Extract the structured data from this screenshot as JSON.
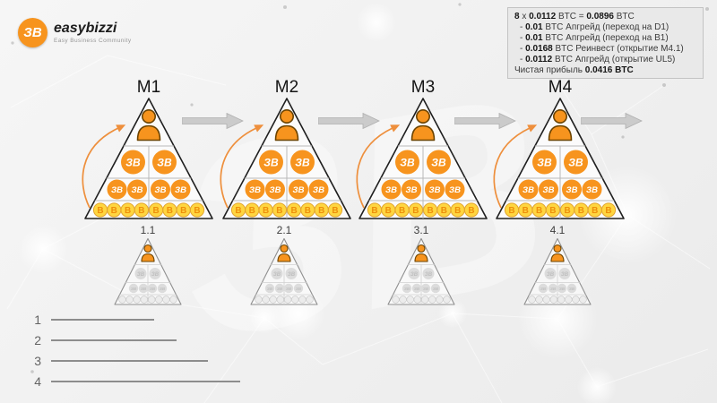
{
  "brand": {
    "monogram": "ЗB",
    "name": "easybizzi",
    "tagline": "Easy Business Community"
  },
  "summary_box": {
    "header": {
      "factor": "8",
      "times": " x ",
      "unit_price": "0.0112",
      "equals": " BTC = ",
      "total": "0.0896",
      "unit": " BTC"
    },
    "deductions": [
      {
        "dash": "-",
        "amount": "0.01",
        "text": " BTC Апгрейд (переход на D1)"
      },
      {
        "dash": "-",
        "amount": "0.01",
        "text": " BTC Апгрейд (переход на B1)"
      },
      {
        "dash": "-",
        "amount": "0.0168",
        "text": " BTC Реинвест (открытие M4.1)"
      },
      {
        "dash": "-",
        "amount": "0.0112",
        "text": " BTC Апгрейд (открытие UL5)"
      }
    ],
    "net": {
      "label": "Чистая прибыль ",
      "value": "0.0416 BTC"
    }
  },
  "levels": {
    "large": [
      {
        "label": "M1"
      },
      {
        "label": "M2"
      },
      {
        "label": "M3"
      },
      {
        "label": "M4"
      }
    ],
    "small": [
      {
        "label": "1.1"
      },
      {
        "label": "2.1"
      },
      {
        "label": "3.1"
      },
      {
        "label": "4.1"
      }
    ]
  },
  "legend": [
    {
      "number": "1"
    },
    {
      "number": "2"
    },
    {
      "number": "3"
    },
    {
      "number": "4"
    }
  ],
  "icons": {
    "eb_coin_glyph": "ЗB",
    "btc_coin_glyph": "B",
    "person": "person-icon",
    "flow_arrow": "arrow-right-icon",
    "growth_arrow": "curved-arrow-icon"
  },
  "colors": {
    "accent_orange": "#F7941E",
    "coin_gold": "#FFD640",
    "flow_arrow_gray": "#CBCBCB",
    "summary_box_bg": "#E9E9E9",
    "pyramid_outline": "#1F1F1F"
  }
}
